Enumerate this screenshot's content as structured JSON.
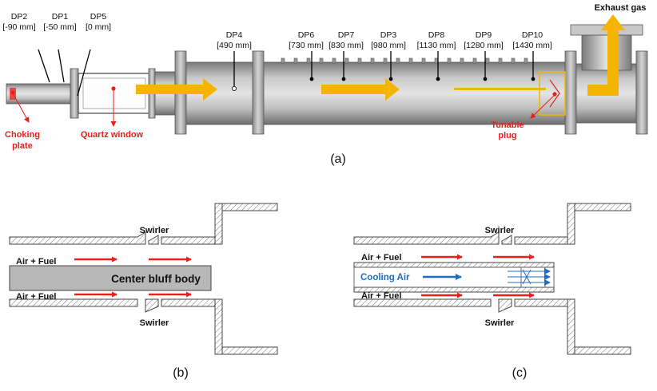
{
  "panel_a": {
    "caption": "(a)",
    "probes": [
      {
        "name": "DP2",
        "pos": "[-90 mm]"
      },
      {
        "name": "DP1",
        "pos": "[-50 mm]"
      },
      {
        "name": "DP5",
        "pos": "[0 mm]"
      },
      {
        "name": "DP4",
        "pos": "[490 mm]"
      },
      {
        "name": "DP6",
        "pos": "[730 mm]"
      },
      {
        "name": "DP7",
        "pos": "[830 mm]"
      },
      {
        "name": "DP3",
        "pos": "[980 mm]"
      },
      {
        "name": "DP8",
        "pos": "[1130 mm]"
      },
      {
        "name": "DP9",
        "pos": "[1280 mm]"
      },
      {
        "name": "DP10",
        "pos": "[1430 mm]"
      }
    ],
    "exhaust": "Exhaust gas",
    "choking_line1": "Choking",
    "choking_line2": "plate",
    "quartz": "Quartz window",
    "plug_line1": "Tunable",
    "plug_line2": "plug"
  },
  "panel_b": {
    "caption": "(b)",
    "swirler_top": "Swirler",
    "swirler_bottom": "Swirler",
    "flow_top": "Air + Fuel",
    "flow_bottom": "Air + Fuel",
    "bluff_body": "Center bluff body"
  },
  "panel_c": {
    "caption": "(c)",
    "swirler_top": "Swirler",
    "swirler_bottom": "Swirler",
    "flow_top": "Air + Fuel",
    "flow_bottom": "Air + Fuel",
    "cooling": "Cooling Air"
  },
  "colors": {
    "arrow_red": "#e8201c",
    "arrow_yellow": "#f5b400",
    "cooling_blue": "#1f6fc0",
    "body_grey": "#b8b8b8"
  }
}
